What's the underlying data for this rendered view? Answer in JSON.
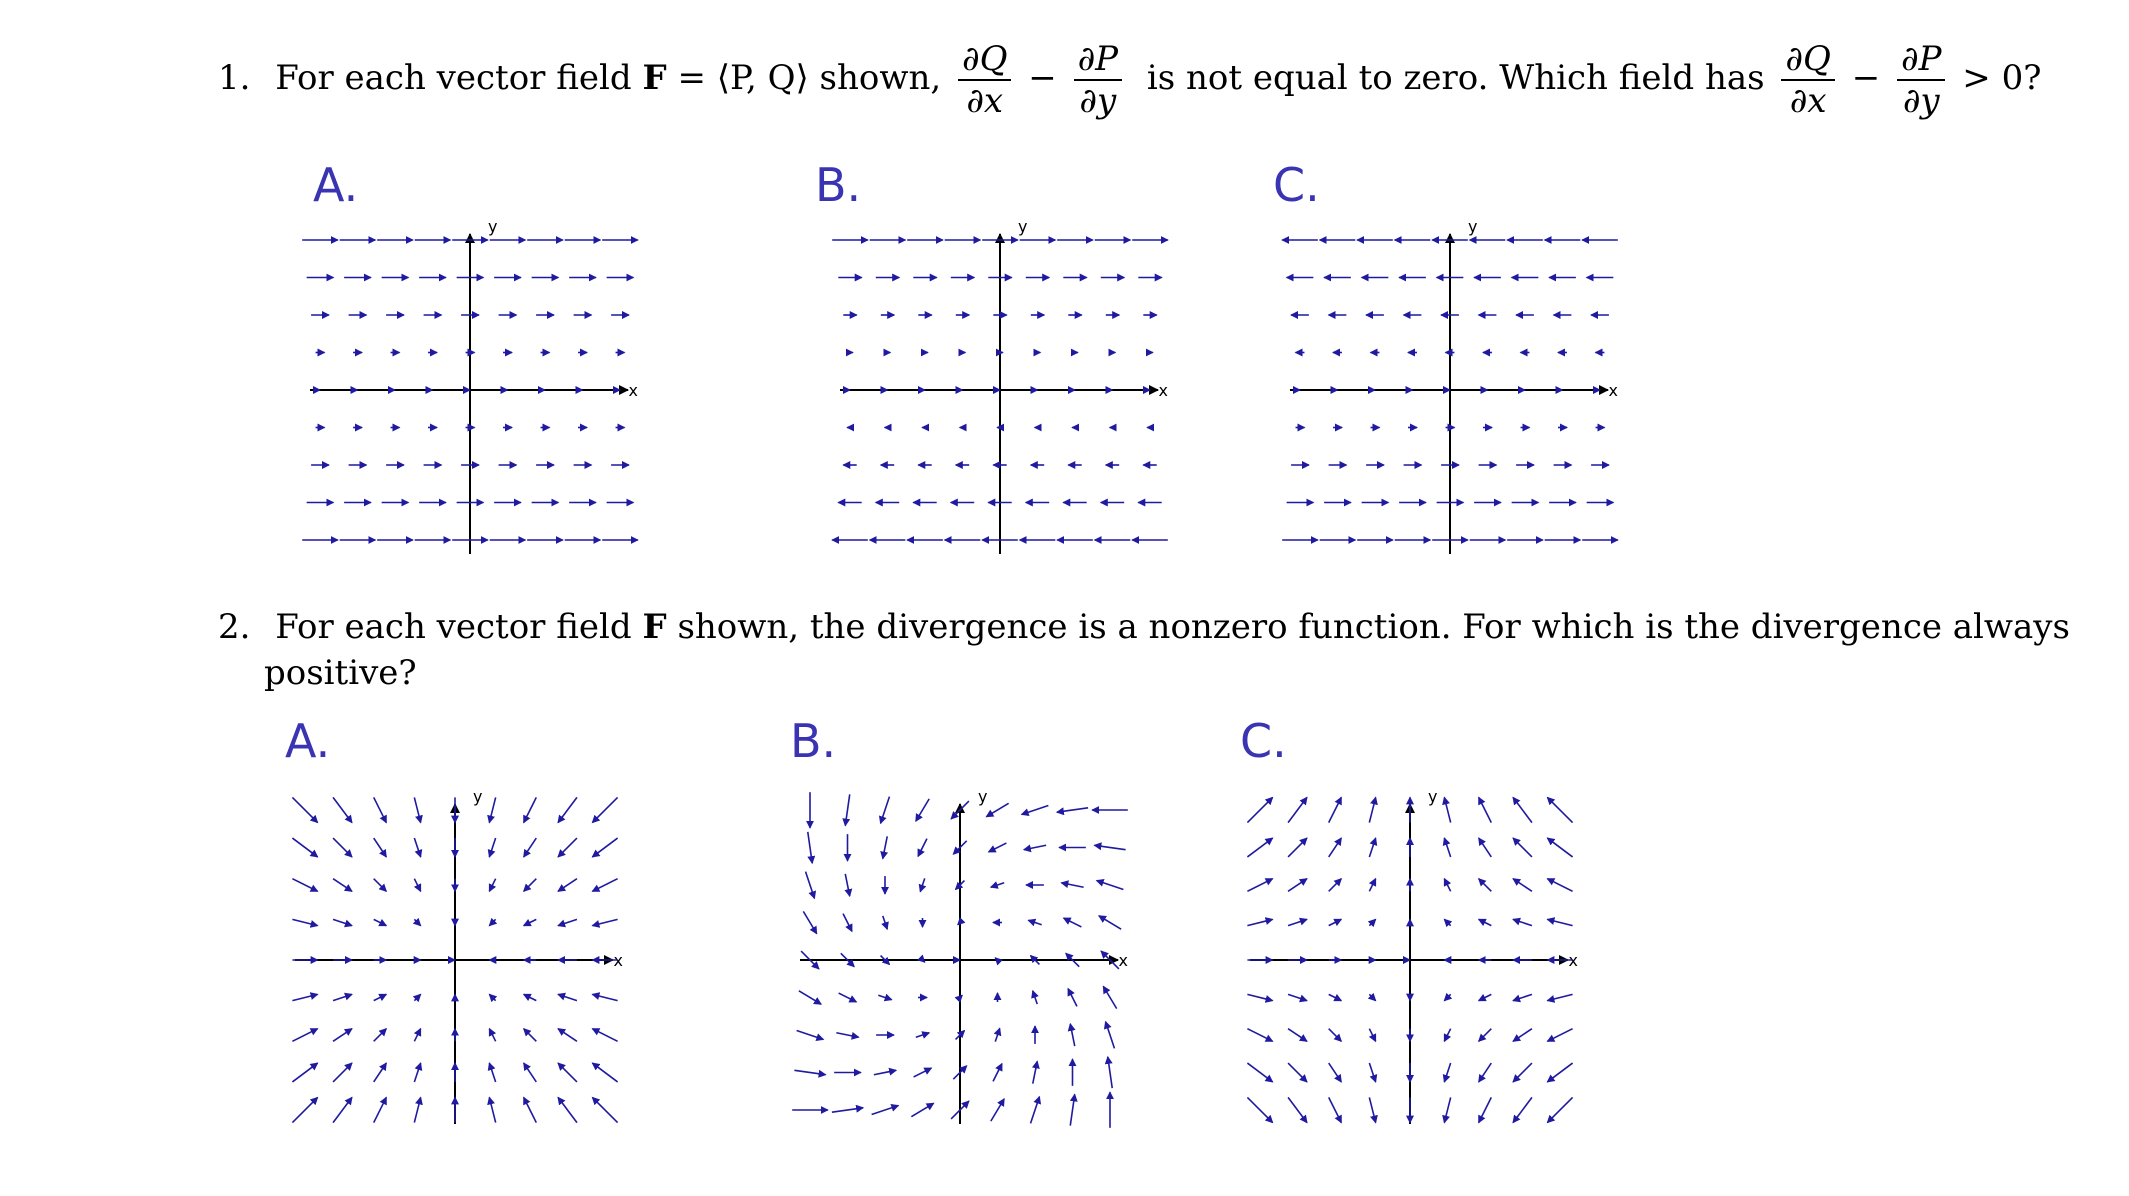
{
  "q1": {
    "number": "1.",
    "text1": "For each vector field",
    "F": "F",
    "eq": "= ⟨P, Q⟩ shown,",
    "dQ": "∂Q",
    "dx": "∂x",
    "minus": "−",
    "dP": "∂P",
    "dy": "∂y",
    "text2": "is not equal to zero. Which field has",
    "tail": "> 0?",
    "panels": [
      {
        "label": "A.",
        "kind": "shearA"
      },
      {
        "label": "B.",
        "kind": "shearB"
      },
      {
        "label": "C.",
        "kind": "shearC"
      }
    ]
  },
  "q2": {
    "number": "2.",
    "text1": "For each vector field",
    "F": "F",
    "text2": "shown, the divergence is a nonzero function. For which is the divergence always",
    "text3": "positive?",
    "panels": [
      {
        "label": "A.",
        "kind": "sink"
      },
      {
        "label": "B.",
        "kind": "spiral"
      },
      {
        "label": "C.",
        "kind": "saddle"
      }
    ]
  },
  "axes": {
    "x": "x",
    "y": "y"
  },
  "colors": {
    "arrow": "#1f1aa0",
    "label": "#3a34b3",
    "axis": "#000000"
  }
}
